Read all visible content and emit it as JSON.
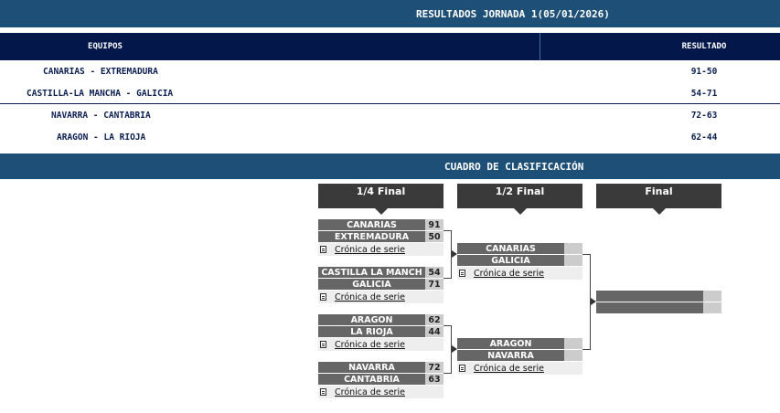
{
  "header": {
    "title": "RESULTADOS JORNADA 1(05/01/2026)"
  },
  "table": {
    "col_teams": "EQUIPOS",
    "col_result": "RESULTADO",
    "rows": [
      {
        "teams": "CANARIAS - EXTREMADURA",
        "result": "91-50"
      },
      {
        "teams": "CASTILLA-LA MANCHA - GALICIA",
        "result": "54-71"
      },
      {
        "teams": "NAVARRA - CANTABRIA",
        "result": "72-63"
      },
      {
        "teams": "ARAGON - LA RIOJA",
        "result": "62-44"
      }
    ]
  },
  "bracket": {
    "title": "CUADRO DE CLASIFICACIÓN",
    "rounds": [
      "1/4 Final",
      "1/2 Final",
      "Final"
    ],
    "chronicle_label": "Crónica de serie",
    "quarterfinals": [
      {
        "team_a": "CANARIAS",
        "score_a": "91",
        "team_b": "EXTREMADURA",
        "score_b": "50"
      },
      {
        "team_a": "CASTILLA LA MANCH",
        "score_a": "54",
        "team_b": "GALICIA",
        "score_b": "71"
      },
      {
        "team_a": "ARAGON",
        "score_a": "62",
        "team_b": "LA RIOJA",
        "score_b": "44"
      },
      {
        "team_a": "NAVARRA",
        "score_a": "72",
        "team_b": "CANTABRIA",
        "score_b": "63"
      }
    ],
    "semifinals": [
      {
        "team_a": "CANARIAS",
        "score_a": "",
        "team_b": "GALICIA",
        "score_b": ""
      },
      {
        "team_a": "ARAGON",
        "score_a": "",
        "team_b": "NAVARRA",
        "score_b": ""
      }
    ],
    "final": {
      "team_a": "",
      "score_a": "",
      "team_b": "",
      "score_b": ""
    }
  },
  "colors": {
    "header_band": "#1e4f76",
    "table_head": "#04174a",
    "round_head": "#3a3a3a",
    "team_cell": "#666666",
    "score_cell": "#cccccc"
  }
}
